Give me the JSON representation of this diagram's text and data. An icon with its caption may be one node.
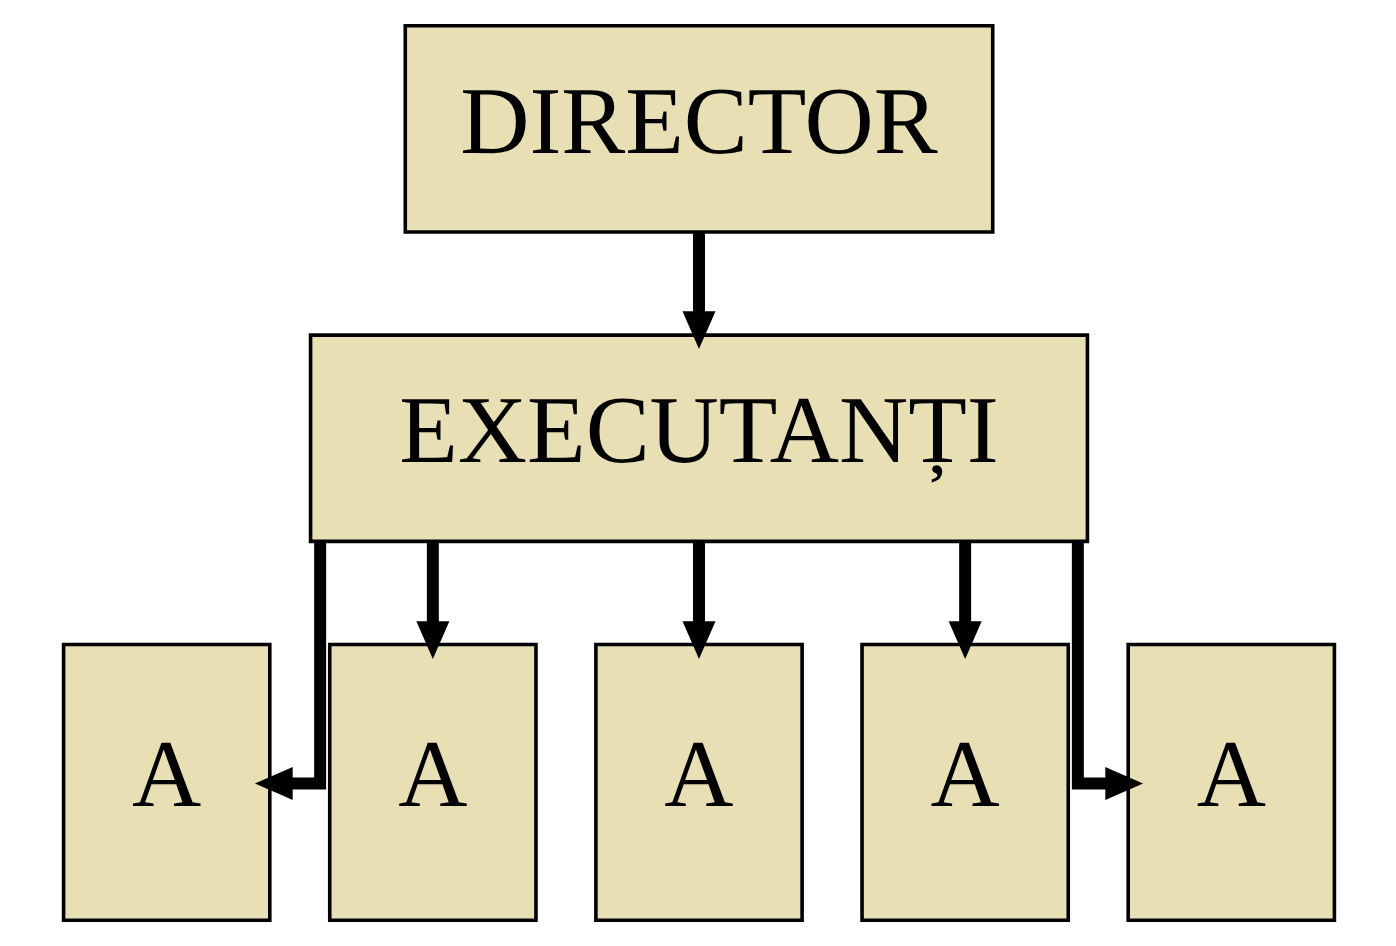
{
  "diagram": {
    "nodes": [
      {
        "text": [
          "DIRECTOR"
        ]
      },
      {
        "text": [
          "EXECUTANȚI"
        ]
      },
      {
        "text": [
          "A"
        ]
      },
      {
        "text": [
          "A"
        ]
      },
      {
        "text": [
          "A"
        ]
      },
      {
        "text": [
          "A"
        ]
      },
      {
        "text": [
          "A"
        ]
      }
    ],
    "edges": [
      {
        "from": 0,
        "to": 1,
        "arrow": "to"
      },
      {
        "from": 1,
        "to": 2,
        "arrow": "to"
      },
      {
        "from": 1,
        "to": 3,
        "arrow": "to"
      },
      {
        "from": 1,
        "to": 4,
        "arrow": "to"
      },
      {
        "from": 1,
        "to": 5,
        "arrow": "to"
      },
      {
        "from": 1,
        "to": 6,
        "arrow": "to"
      }
    ]
  }
}
